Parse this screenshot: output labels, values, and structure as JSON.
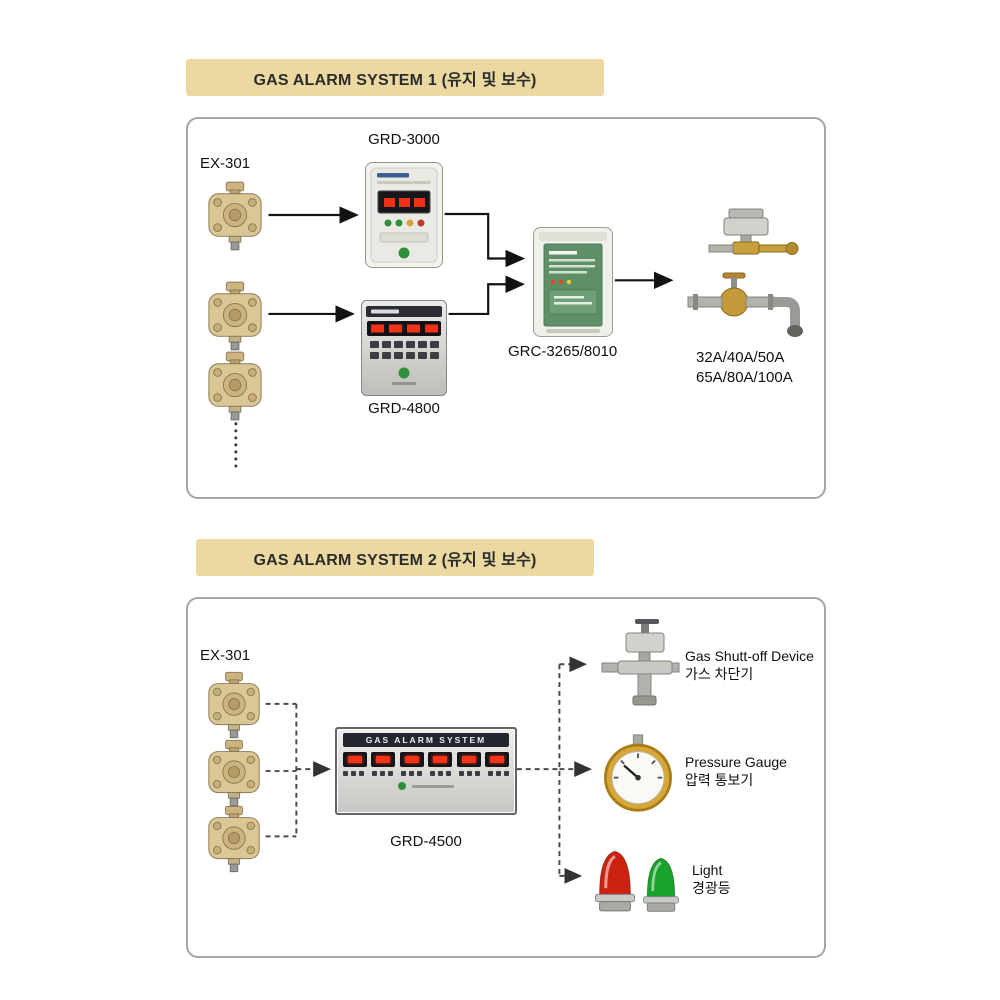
{
  "system1": {
    "header": "GAS ALARM SYSTEM 1 (유지 및 보수)",
    "detector_label": "EX-301",
    "controller_top_label": "GRD-3000",
    "controller_bottom_label": "GRD-4800",
    "receiver_label": "GRC-3265/8010",
    "valve_sizes": [
      "32A/40A/50A",
      "65A/80A/100A"
    ]
  },
  "system2": {
    "header": "GAS ALARM SYSTEM 2 (유지 및 보수)",
    "detector_label": "EX-301",
    "panel_title": "GAS ALARM SYSTEM",
    "panel_label": "GRD-4500",
    "outputs": [
      {
        "name_en": "Gas Shutt-off Device",
        "name_ko": "가스 차단기"
      },
      {
        "name_en": "Pressure Gauge",
        "name_ko": "압력 통보기"
      },
      {
        "name_en": "Light",
        "name_ko": "경광등"
      }
    ]
  },
  "colors": {
    "banner_bg": "#ecd9a2",
    "box_border": "#a5a5a5",
    "arrow": "#121212",
    "dashed_line": "#4a4a4a",
    "detector_body": "#dbc795",
    "led_red": "#f03418",
    "beacon_red": "#cc2212",
    "beacon_green": "#17a22b",
    "gauge_rim": "#d8a738"
  }
}
